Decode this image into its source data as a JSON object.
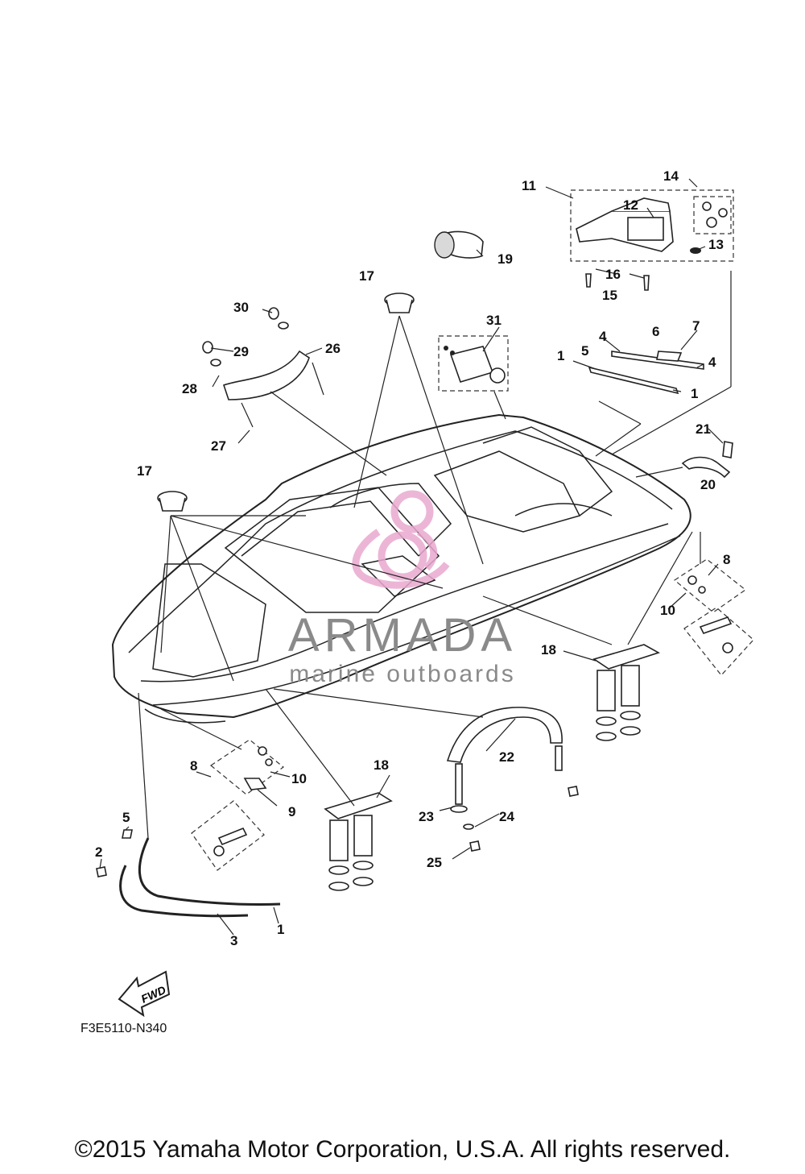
{
  "diagram": {
    "callouts": {
      "c11": "11",
      "c12": "12",
      "c14": "14",
      "c13": "13",
      "c16": "16",
      "c15": "15",
      "c19": "19",
      "c17a": "17",
      "c17b": "17",
      "c30": "30",
      "c26": "26",
      "c29": "29",
      "c28": "28",
      "c27": "27",
      "c31": "31",
      "c4a": "4",
      "c6": "6",
      "c7": "7",
      "c1a": "1",
      "c5a": "5",
      "c4b": "4",
      "c1b": "1",
      "c21": "21",
      "c20": "20",
      "c8a": "8",
      "c10a": "10",
      "c18a": "18",
      "c22": "22",
      "c8b": "8",
      "c10b": "10",
      "c9": "9",
      "c18b": "18",
      "c5b": "5",
      "c2": "2",
      "c23": "23",
      "c24": "24",
      "c25": "25",
      "c1c": "1",
      "c3": "3"
    },
    "fwd_label": "FWD",
    "code": "F3E5110-N340"
  },
  "watermark": {
    "name": "ARMADA",
    "tagline": "marine outboards",
    "color": "#e9a9cf"
  },
  "footer": {
    "copyright": "©2015 Yamaha Motor Corporation, U.S.A. All rights reserved."
  }
}
